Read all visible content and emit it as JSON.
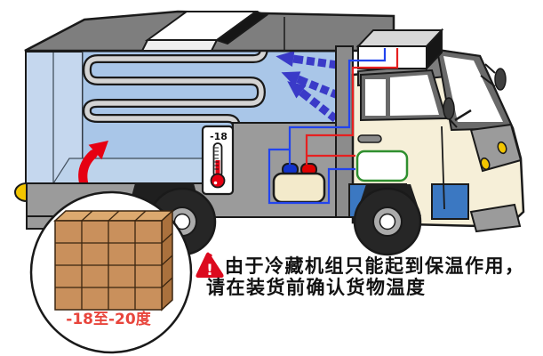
{
  "diagram": {
    "title_semantic": "refrigerated-truck-precooling-diagram",
    "thermometer_reading": "-18",
    "inset_temperature": "-18至-20度",
    "warning": {
      "mark": "!",
      "line1": "由于冷藏机组只能起到保温作用，",
      "line2": "请在装货前确认货物温度"
    }
  },
  "colors": {
    "wire_blue": "#2244EE",
    "wire_red": "#E62020",
    "airflow_blue": "#3A3AC8",
    "warning_red": "#DC0A1E",
    "temp_label_red": "#E8453C",
    "mercury_red": "#E60012",
    "loading_arrow_red": "#E60012",
    "cab_blue": "#3B78C2",
    "cargo_wall_blue": "#A9C6E8",
    "box_tan": "#C9905C"
  }
}
